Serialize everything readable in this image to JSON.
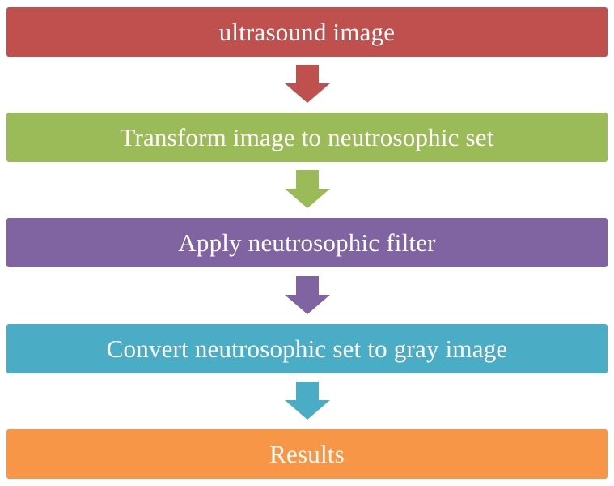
{
  "steps": [
    {
      "label": "ultrasound image",
      "color": "#c0504d"
    },
    {
      "label": "Transform image to neutrosophic set",
      "color": "#9bbb59"
    },
    {
      "label": "Apply neutrosophic filter",
      "color": "#8064a2"
    },
    {
      "label": "Convert neutrosophic set to gray image",
      "color": "#4bacc6"
    },
    {
      "label": "Results",
      "color": "#f79646"
    }
  ],
  "arrows": [
    {
      "icon": "down-arrow-icon",
      "color": "#c0504d"
    },
    {
      "icon": "down-arrow-icon",
      "color": "#9bbb59"
    },
    {
      "icon": "down-arrow-icon",
      "color": "#8064a2"
    },
    {
      "icon": "down-arrow-icon",
      "color": "#4bacc6"
    }
  ]
}
